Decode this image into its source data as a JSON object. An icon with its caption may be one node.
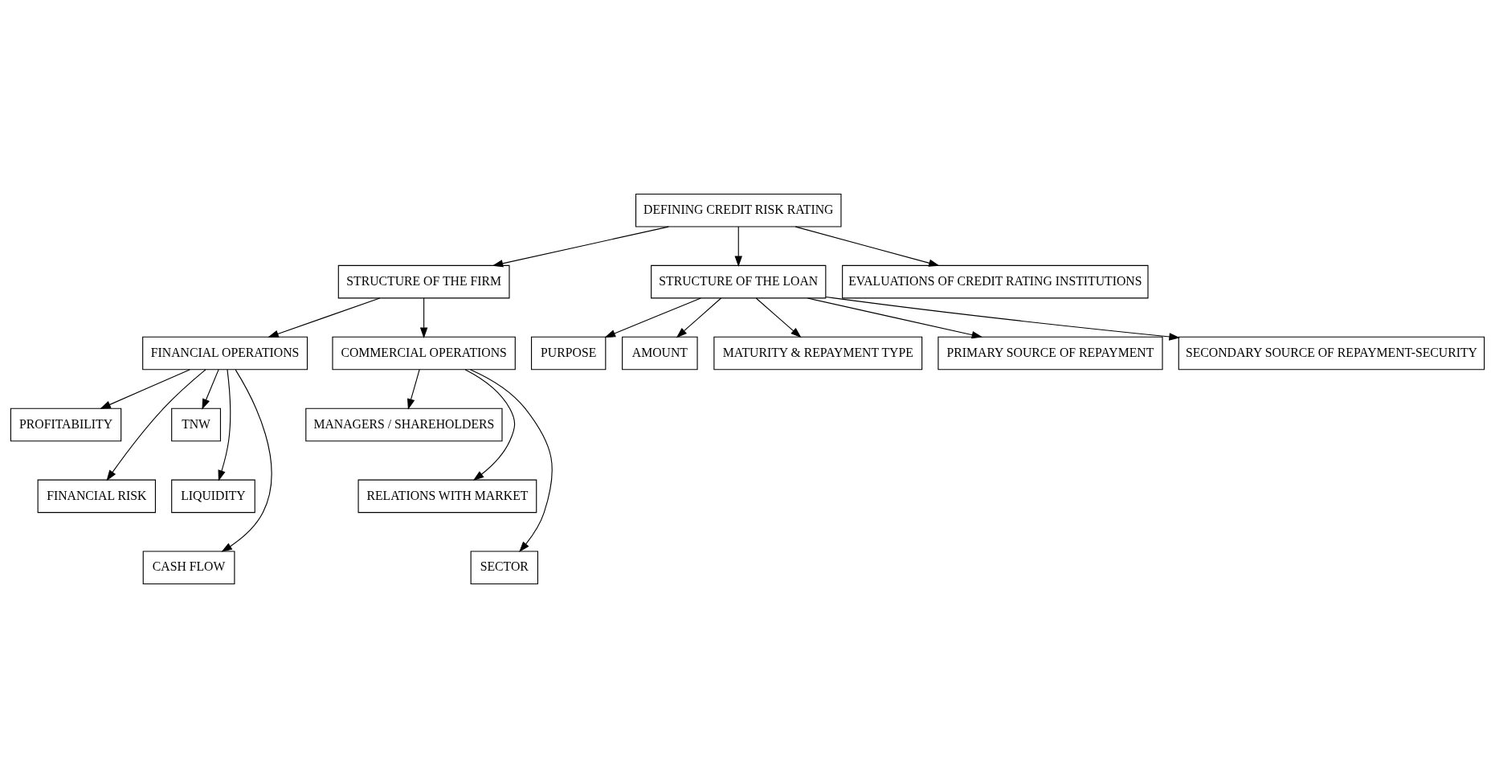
{
  "diagram": {
    "nodes": [
      {
        "text": [
          "DEFINING CREDIT RISK RATING"
        ]
      },
      {
        "text": [
          "STRUCTURE OF THE FIRM"
        ]
      },
      {
        "text": [
          "STRUCTURE OF THE LOAN"
        ]
      },
      {
        "text": [
          "EVALUATIONS OF CREDIT RATING INSTITUTIONS"
        ]
      },
      {
        "text": [
          "FINANCIAL OPERATIONS"
        ]
      },
      {
        "text": [
          "COMMERCIAL OPERATIONS"
        ]
      },
      {
        "text": [
          "PURPOSE"
        ]
      },
      {
        "text": [
          "AMOUNT"
        ]
      },
      {
        "text": [
          "MATURITY & REPAYMENT TYPE"
        ]
      },
      {
        "text": [
          "PRIMARY SOURCE OF REPAYMENT"
        ]
      },
      {
        "text": [
          "SECONDARY SOURCE OF REPAYMENT-SECURITY"
        ]
      },
      {
        "text": [
          "PROFITABILITY"
        ]
      },
      {
        "text": [
          "TNW"
        ]
      },
      {
        "text": [
          "FINANCIAL RISK"
        ]
      },
      {
        "text": [
          "LIQUIDITY"
        ]
      },
      {
        "text": [
          "CASH FLOW"
        ]
      },
      {
        "text": [
          "MANAGERS / SHAREHOLDERS"
        ]
      },
      {
        "text": [
          "RELATIONS WITH MARKET"
        ]
      },
      {
        "text": [
          "SECTOR"
        ]
      }
    ],
    "edges": [
      {
        "from": 0,
        "to": 1,
        "arrow": "to"
      },
      {
        "from": 0,
        "to": 2,
        "arrow": "to"
      },
      {
        "from": 0,
        "to": 3,
        "arrow": "to"
      },
      {
        "from": 1,
        "to": 4,
        "arrow": "to"
      },
      {
        "from": 1,
        "to": 5,
        "arrow": "to"
      },
      {
        "from": 2,
        "to": 6,
        "arrow": "to"
      },
      {
        "from": 2,
        "to": 7,
        "arrow": "to"
      },
      {
        "from": 2,
        "to": 8,
        "arrow": "to"
      },
      {
        "from": 2,
        "to": 9,
        "arrow": "to"
      },
      {
        "from": 2,
        "to": 10,
        "arrow": "to"
      },
      {
        "from": 4,
        "to": 11,
        "arrow": "to"
      },
      {
        "from": 4,
        "to": 12,
        "arrow": "to"
      },
      {
        "from": 4,
        "to": 13,
        "arrow": "to"
      },
      {
        "from": 4,
        "to": 14,
        "arrow": "to"
      },
      {
        "from": 4,
        "to": 15,
        "arrow": "to"
      },
      {
        "from": 5,
        "to": 16,
        "arrow": "to"
      },
      {
        "from": 5,
        "to": 17,
        "arrow": "to"
      },
      {
        "from": 5,
        "to": 18,
        "arrow": "to"
      }
    ]
  }
}
